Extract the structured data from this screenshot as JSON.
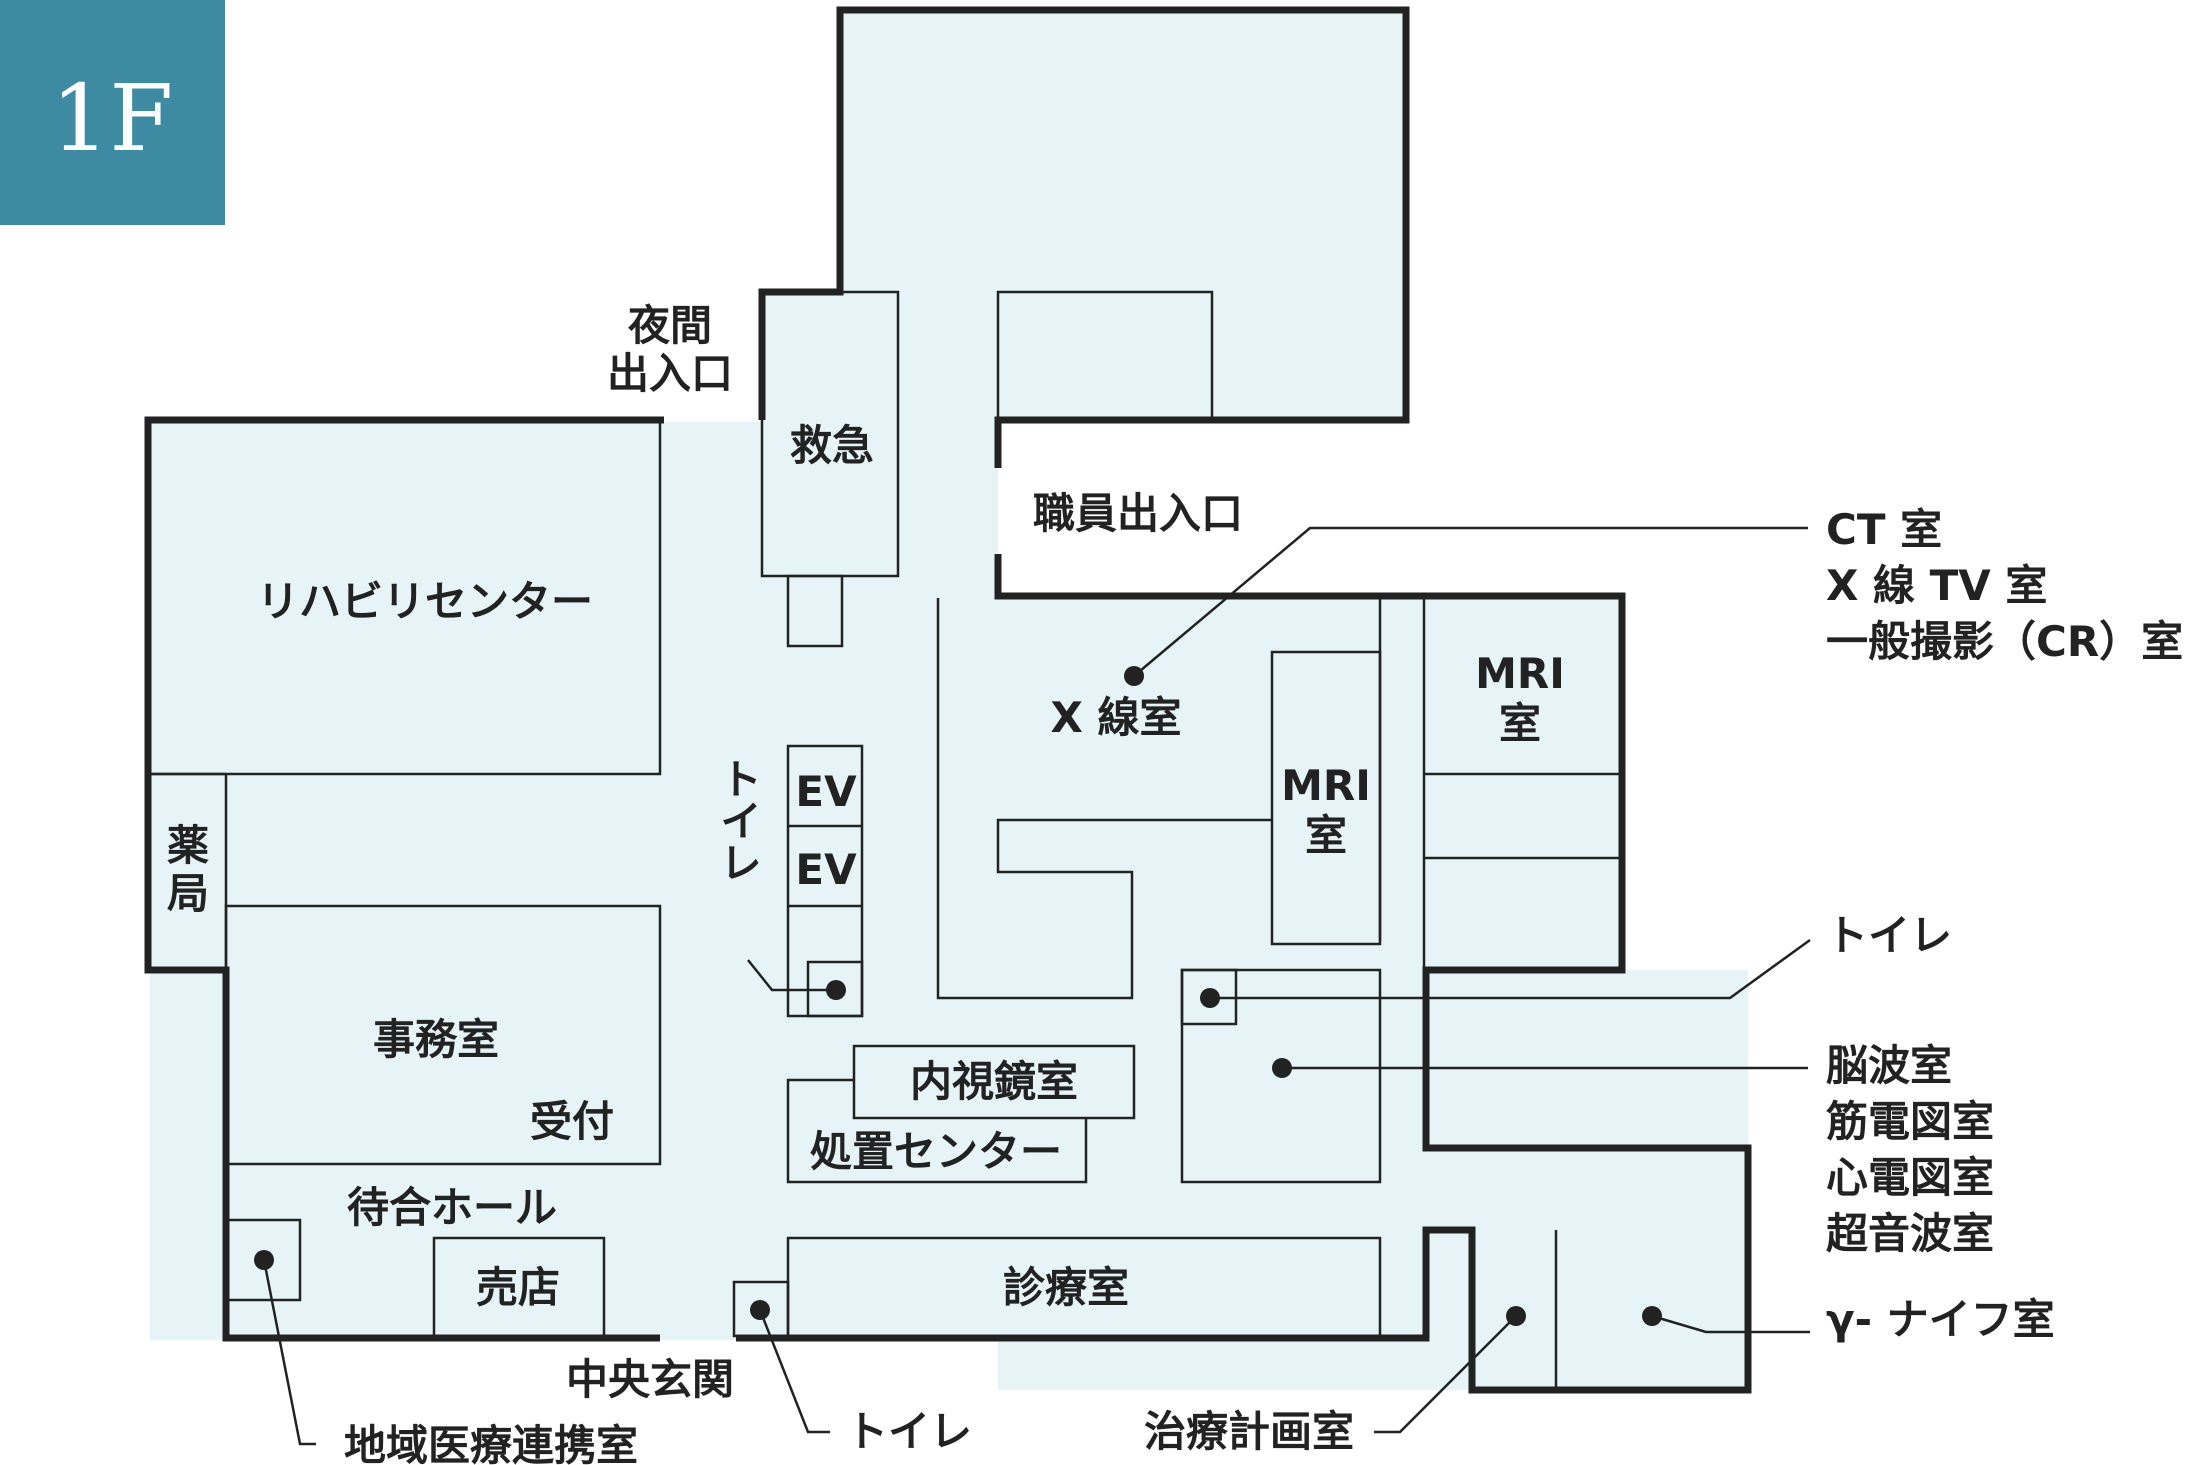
{
  "floor": {
    "label": "1F",
    "badge_color": "#3e8aa3"
  },
  "colors": {
    "room_fill": "#e6f4f8",
    "wall": "#222222",
    "text": "#222222",
    "background": "#ffffff"
  },
  "rooms": {
    "rehab": "リハビリセンター",
    "pharmacy": [
      "薬",
      "局"
    ],
    "office": "事務室",
    "reception": "受付",
    "waiting": "待合ホール",
    "shop": "売店",
    "emergency": "救急",
    "night_entrance": [
      "夜間",
      "出入口"
    ],
    "staff_entrance": "職員出入口",
    "ev1": "EV",
    "ev2": "EV",
    "toilet_vertical": "トイレ",
    "endoscopy": "内視鏡室",
    "treatment_center": "処置センター",
    "consultation": "診療室",
    "main_entrance": "中央玄関",
    "xray": "X 線室",
    "mri_center": [
      "MRI",
      "室"
    ],
    "mri_right": [
      "MRI",
      "室"
    ]
  },
  "callouts": {
    "imaging": [
      "CT 室",
      "X 線 TV 室",
      "一般撮影（CR）室"
    ],
    "toilet_right": "トイレ",
    "tests": [
      "脳波室",
      "筋電図室",
      "心電図室",
      "超音波室"
    ],
    "gamma_knife": "γ- ナイフ室",
    "treatment_planning": "治療計画室",
    "toilet_bottom": "トイレ",
    "community": "地域医療連携室"
  }
}
